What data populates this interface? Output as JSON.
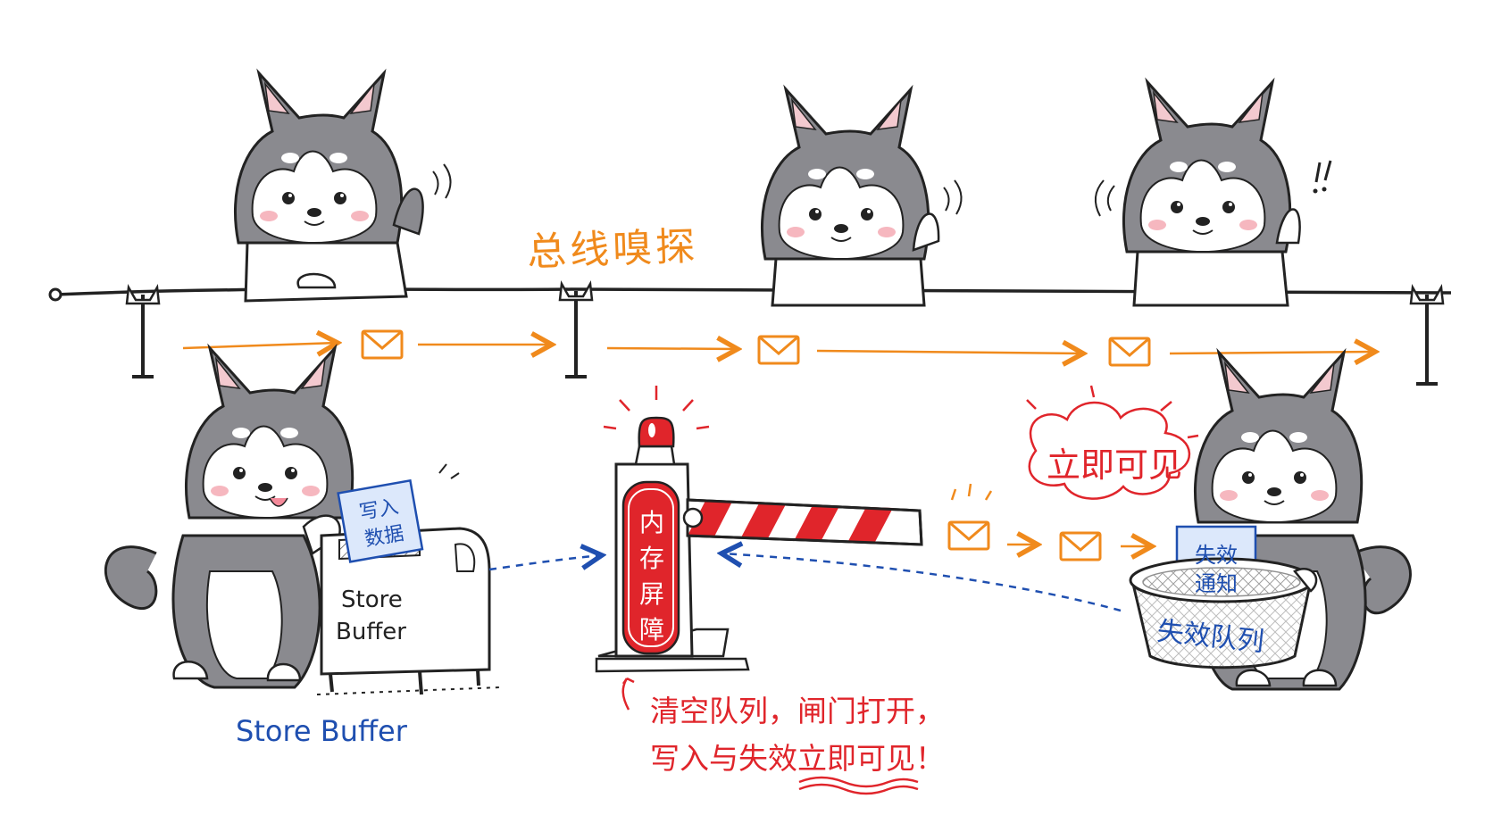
{
  "bus": {
    "label": "总线嗅探"
  },
  "store_buffer": {
    "paper_lines": [
      "写入",
      "数据"
    ],
    "mailbox_lines": [
      "Store",
      "Buffer"
    ],
    "caption": "Store Buffer"
  },
  "barrier": {
    "vertical_chars": [
      "内",
      "存",
      "屏",
      "障"
    ],
    "note_line1": "清空队列，闸门打开，",
    "note_line2_prefix": "写入与失效",
    "note_line2_emphasis": "立即可见",
    "note_line2_suffix": "！"
  },
  "bubble": {
    "text": "立即可见"
  },
  "invalidation": {
    "paper_lines": [
      "失效",
      "通知"
    ],
    "basket_label": "失效队列"
  },
  "colors": {
    "orange": "#f08a1c",
    "red": "#e0252b",
    "blue": "#1f4fb0",
    "ink": "#222222",
    "husky_gray": "#8a8a8f",
    "husky_white": "#ffffff",
    "blush": "#f6b7bf"
  },
  "icons": [
    "envelope-icon",
    "alarm-light-icon",
    "mailbox-icon",
    "basket-icon",
    "husky-icon"
  ]
}
